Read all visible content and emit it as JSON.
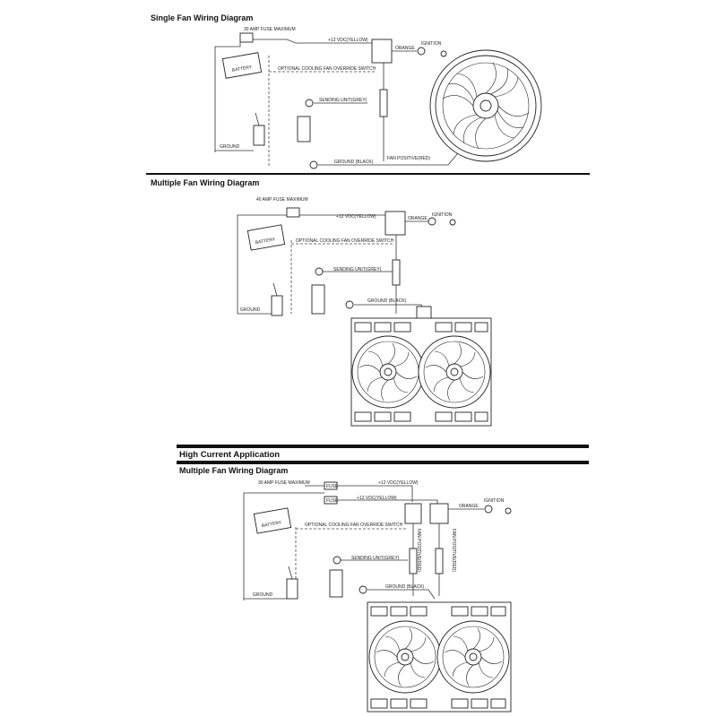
{
  "sections": {
    "single_title": "Single Fan Wiring Diagram",
    "multiple_title": "Multiple Fan Wiring Diagram",
    "high_current_title": "High Current Application",
    "high_current_subtitle": "Multiple Fan Wiring Diagram"
  },
  "labels": {
    "fuse_30": "30 AMP FUSE MAXIMUM",
    "fuse_40": "40 AMP FUSE MAXIMUM",
    "plus12": "+12 VDC(YELLOW)",
    "orange": "ORANGE",
    "ignition": "IGNITION",
    "override": "OPTIONAL COOLING FAN OVERRIDE SWITCH",
    "sending": "SENDING UNIT(GREY)",
    "ground": "GROUND",
    "ground_black": "GROUND (BLACK)",
    "fan_positive": "FAN POSITIVE(RED)",
    "battery": "BATTERY",
    "fuse_small": "FUSE"
  }
}
